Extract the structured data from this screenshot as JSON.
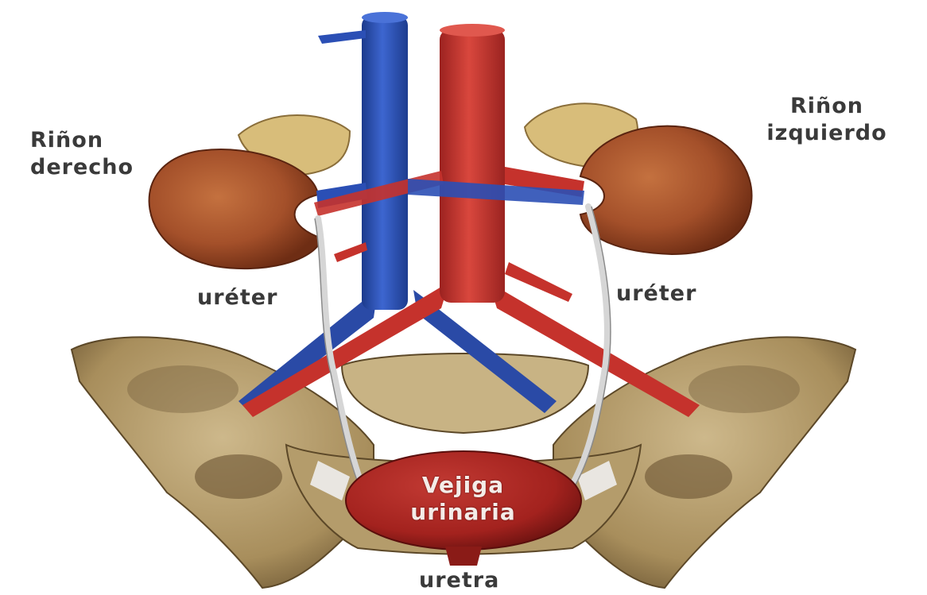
{
  "labels": {
    "right_kidney": [
      "Riñon",
      "derecho"
    ],
    "left_kidney": [
      "Riñon",
      "izquierdo"
    ],
    "ureter_right": "uréter",
    "ureter_left": "uréter",
    "bladder": [
      "Vejiga",
      "urinaria"
    ],
    "urethra": "uretra"
  },
  "colors": {
    "vein": "#2b4fb5",
    "artery": "#c5322c",
    "kidney": "#a4502a",
    "bone": "#b8a070",
    "bladder": "#a8221e",
    "ureter": "#d8d8d8",
    "label_text": "#3a3a3a"
  }
}
